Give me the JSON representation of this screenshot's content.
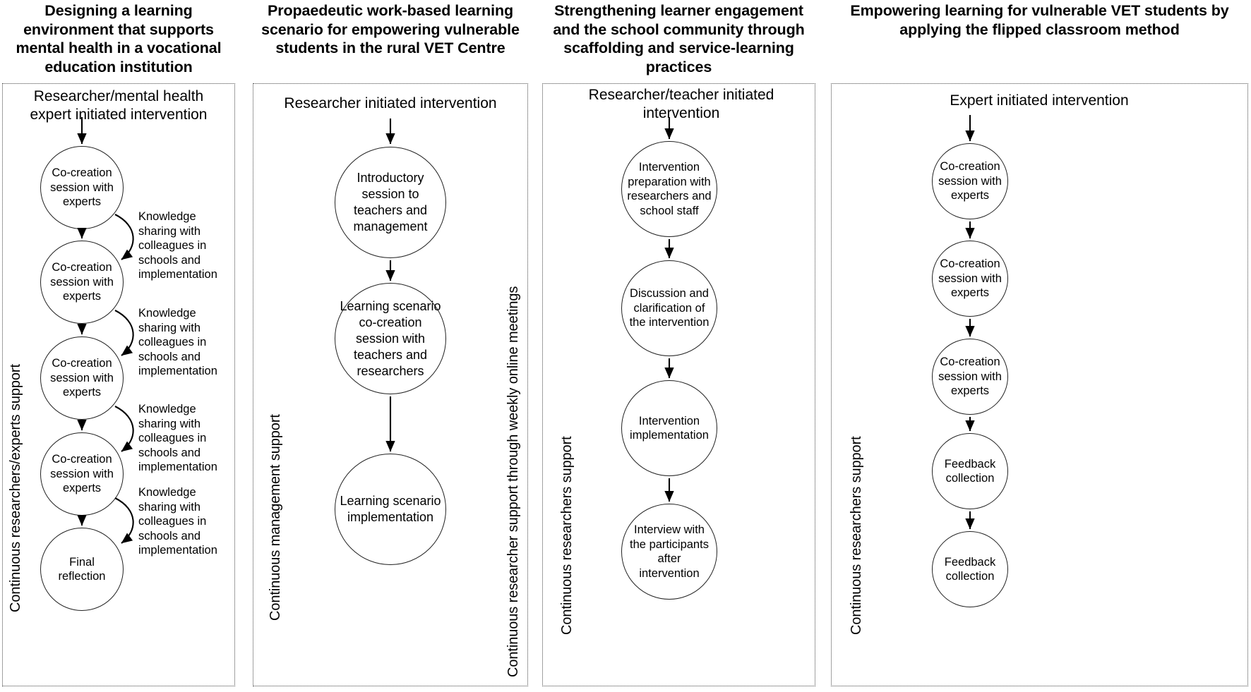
{
  "figure": {
    "type": "flowchart",
    "columns": [
      {
        "title": "Designing a learning environment that supports mental health in a vocational education institution",
        "panel_head": "Researcher/mental health expert initiated intervention",
        "left_label": "Continuous researchers/experts support",
        "right_label": "",
        "nodes": [
          "Co-creation session with experts",
          "Co-creation session with experts",
          "Co-creation session with experts",
          "Co-creation session with experts",
          "Final reflection"
        ],
        "sidenotes": [
          "Knowledge sharing with colleagues in schools and implementation",
          "Knowledge sharing with colleagues in schools and implementation",
          "Knowledge sharing with colleagues in schools and implementation",
          "Knowledge sharing with colleagues in schools and implementation"
        ]
      },
      {
        "title": "Propaedeutic work-based learning scenario for empowering vulnerable students in the rural VET Centre",
        "panel_head": "Researcher initiated intervention",
        "left_label": "Continuous management support",
        "right_label": "Continuous researcher support through weekly online meetings",
        "nodes": [
          "Introductory session to teachers and management",
          "Learning scenario co-creation session with teachers and researchers",
          "Learning scenario implementation"
        ],
        "sidenotes": []
      },
      {
        "title": "Strengthening learner engagement and the school community through scaffolding and service-learning practices",
        "panel_head": "Researcher/teacher initiated intervention",
        "left_label": "Continuous researchers support",
        "right_label": "",
        "nodes": [
          "Intervention preparation with researchers and school staff",
          "Discussion and clarification of the intervention",
          "Intervention implementation",
          "Interview with the participants after intervention"
        ],
        "sidenotes": []
      },
      {
        "title": "Empowering learning for vulnerable VET students by applying the flipped classroom method",
        "panel_head": "Expert initiated intervention",
        "left_label": "Continuous researchers support",
        "right_label": "",
        "nodes": [
          "Co-creation session with experts",
          "Co-creation session with experts",
          "Co-creation session with experts",
          "Feedback collection",
          "Feedback collection"
        ],
        "sidenotes": []
      }
    ],
    "colors": {
      "text": "#000000",
      "panel_border": "#444444",
      "node_border": "#222222",
      "arrow": "#000000",
      "background": "#ffffff"
    }
  }
}
